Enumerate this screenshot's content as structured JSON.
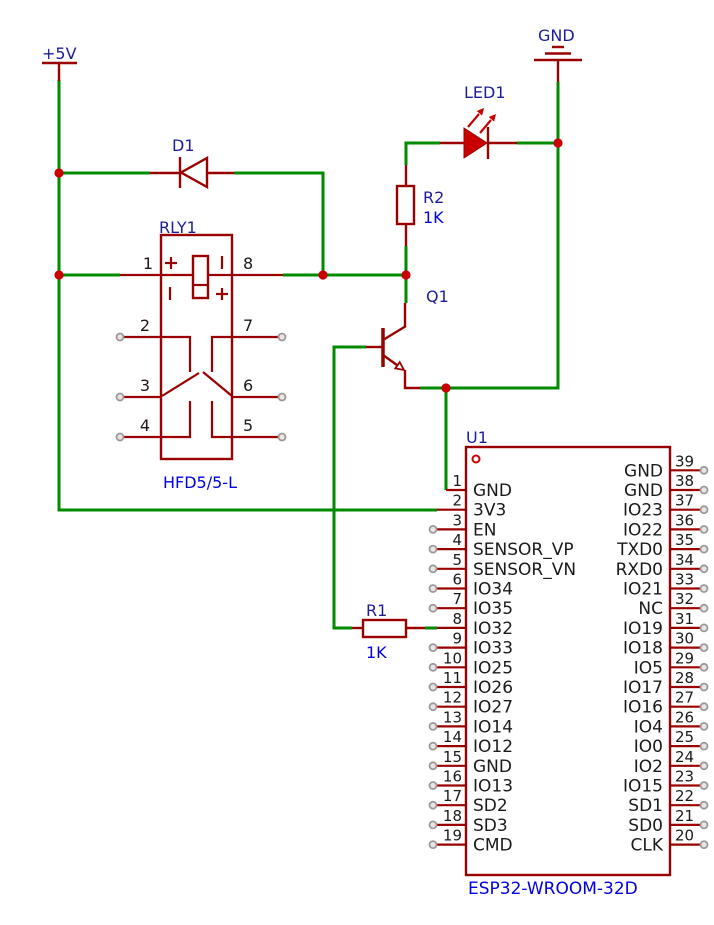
{
  "colors": {
    "wire": "#008a00",
    "component": "#990000",
    "accent": "#c80000",
    "reference_text": "#1c1c9c",
    "value_text": "#0000e0",
    "pin_text": "#1a1a1a",
    "background": "#ffffff"
  },
  "power": {
    "vcc": "+5V",
    "gnd": "GND"
  },
  "d1": {
    "ref": "D1"
  },
  "led1": {
    "ref": "LED1"
  },
  "r2": {
    "ref": "R2",
    "value": "1K"
  },
  "q1": {
    "ref": "Q1"
  },
  "r1": {
    "ref": "R1",
    "value": "1K"
  },
  "rly1": {
    "ref": "RLY1",
    "value": "HFD5/5-L",
    "pins": [
      "1",
      "2",
      "3",
      "4",
      "5",
      "6",
      "7",
      "8"
    ]
  },
  "u1": {
    "ref": "U1",
    "value": "ESP32-WROOM-32D",
    "left_pins": [
      {
        "number": "1",
        "label": "GND",
        "connected": true
      },
      {
        "number": "2",
        "label": "3V3",
        "connected": true
      },
      {
        "number": "3",
        "label": "EN"
      },
      {
        "number": "4",
        "label": "SENSOR_VP"
      },
      {
        "number": "5",
        "label": "SENSOR_VN"
      },
      {
        "number": "6",
        "label": "IO34"
      },
      {
        "number": "7",
        "label": "IO35"
      },
      {
        "number": "8",
        "label": "IO32",
        "connected": true
      },
      {
        "number": "9",
        "label": "IO33"
      },
      {
        "number": "10",
        "label": "IO25"
      },
      {
        "number": "11",
        "label": "IO26"
      },
      {
        "number": "12",
        "label": "IO27"
      },
      {
        "number": "13",
        "label": "IO14"
      },
      {
        "number": "14",
        "label": "IO12"
      },
      {
        "number": "15",
        "label": "GND"
      },
      {
        "number": "16",
        "label": "IO13"
      },
      {
        "number": "17",
        "label": "SD2"
      },
      {
        "number": "18",
        "label": "SD3"
      },
      {
        "number": "19",
        "label": "CMD"
      }
    ],
    "right_pins": [
      {
        "number": "39",
        "label": "GND"
      },
      {
        "number": "38",
        "label": "GND"
      },
      {
        "number": "37",
        "label": "IO23"
      },
      {
        "number": "36",
        "label": "IO22"
      },
      {
        "number": "35",
        "label": "TXD0"
      },
      {
        "number": "34",
        "label": "RXD0"
      },
      {
        "number": "33",
        "label": "IO21"
      },
      {
        "number": "32",
        "label": "NC"
      },
      {
        "number": "31",
        "label": "IO19"
      },
      {
        "number": "30",
        "label": "IO18"
      },
      {
        "number": "29",
        "label": "IO5"
      },
      {
        "number": "28",
        "label": "IO17"
      },
      {
        "number": "27",
        "label": "IO16"
      },
      {
        "number": "26",
        "label": "IO4"
      },
      {
        "number": "25",
        "label": "IO0"
      },
      {
        "number": "24",
        "label": "IO2"
      },
      {
        "number": "23",
        "label": "IO15"
      },
      {
        "number": "22",
        "label": "SD1"
      },
      {
        "number": "21",
        "label": "SD0"
      },
      {
        "number": "20",
        "label": "CLK"
      }
    ]
  }
}
